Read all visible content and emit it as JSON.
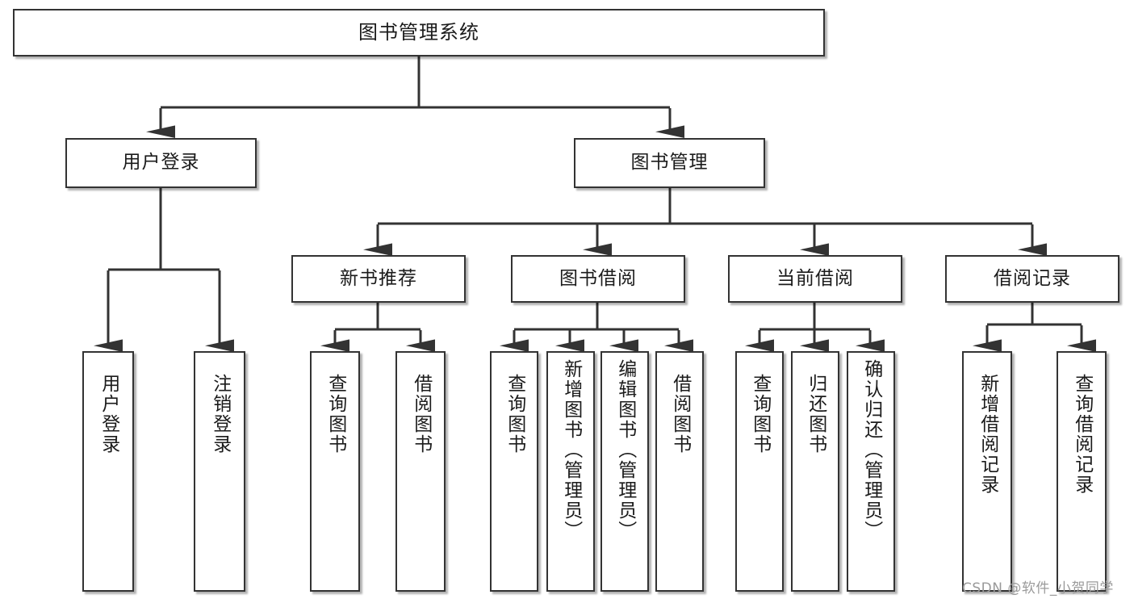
{
  "diagram": {
    "title": "图书管理系统",
    "type": "tree-hierarchy-diagram",
    "watermark": "CSDN @软件_小贺同学",
    "colors": {
      "border": "#333333",
      "fill": "#ffffff",
      "edge": "#333333",
      "watermark": "#9a9a9a"
    },
    "root": {
      "label": "图书管理系统"
    },
    "level2": [
      {
        "label": "用户登录"
      },
      {
        "label": "图书管理"
      }
    ],
    "level3": [
      {
        "label": "新书推荐"
      },
      {
        "label": "图书借阅"
      },
      {
        "label": "当前借阅"
      },
      {
        "label": "借阅记录"
      }
    ],
    "leaves": {
      "user_login": [
        {
          "label": "用户登录"
        },
        {
          "label": "注销登录"
        }
      ],
      "new_book_recommend": [
        {
          "label": "查询图书"
        },
        {
          "label": "借阅图书"
        }
      ],
      "book_borrow": [
        {
          "label": "查询图书"
        },
        {
          "label": "新增图书（管理员）"
        },
        {
          "label": "编辑图书（管理员）"
        },
        {
          "label": "借阅图书"
        }
      ],
      "current_borrow": [
        {
          "label": "查询图书"
        },
        {
          "label": "归还图书"
        },
        {
          "label": "确认归还（管理员）"
        }
      ],
      "borrow_record": [
        {
          "label": "新增借阅记录"
        },
        {
          "label": "查询借阅记录"
        }
      ]
    }
  }
}
